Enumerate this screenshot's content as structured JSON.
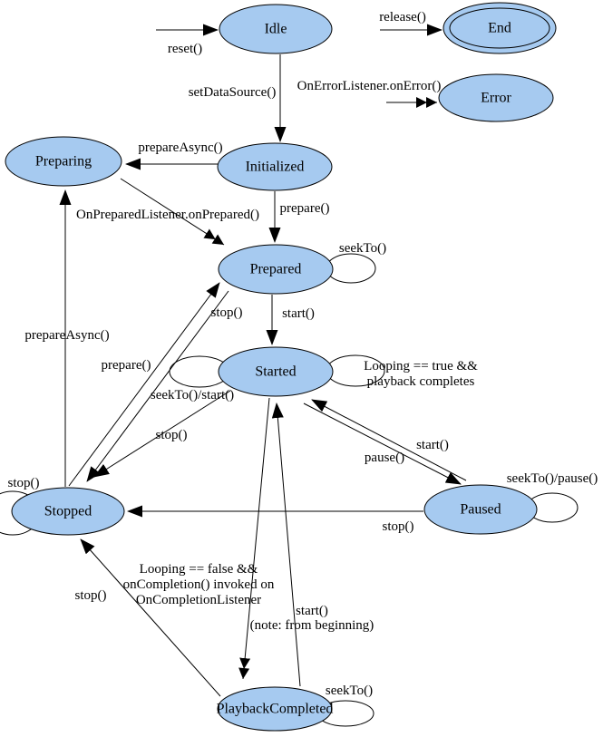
{
  "diagram_name": "media-player-state-diagram",
  "colors": {
    "state_fill": "#a6caf0",
    "state_border": "#000000",
    "background": "#ffffff",
    "line": "#000000"
  },
  "nodes": {
    "idle": "Idle",
    "end": "End",
    "error": "Error",
    "preparing": "Preparing",
    "initialized": "Initialized",
    "prepared": "Prepared",
    "started": "Started",
    "stopped": "Stopped",
    "paused": "Paused",
    "playback_completed": "PlaybackCompleted"
  },
  "edges": {
    "reset": "reset()",
    "release": "release()",
    "on_error": "OnErrorListener.onError()",
    "set_data_source": "setDataSource()",
    "prepare_async_top": "prepareAsync()",
    "on_prepared": "OnPreparedListener.onPrepared()",
    "prepare_top": "prepare()",
    "seekto_prepared_loop": "seekTo()",
    "stop_prepared": "stop()",
    "start_prepared": "start()",
    "seekto_start_loop": "seekTo()/start()",
    "looping_true_line1": "Looping == true &&",
    "looping_true_line2": "playback completes",
    "prepare_async_left": "prepareAsync()",
    "prepare_mid": "prepare()",
    "stop_started": "stop()",
    "stop_stopped_loop": "stop()",
    "pause": "pause()",
    "start_paused": "start()",
    "seekto_pause_loop": "seekTo()/pause()",
    "stop_paused": "stop()",
    "looping_false_line1": "Looping == false &&",
    "looping_false_line2": "onCompletion() invoked on",
    "looping_false_line3": "OnCompletionListener",
    "stop_playback": "stop()",
    "start_playback_line1": "start()",
    "start_playback_line2": "(note: from beginning)",
    "seekto_playback_loop": "seekTo()"
  }
}
